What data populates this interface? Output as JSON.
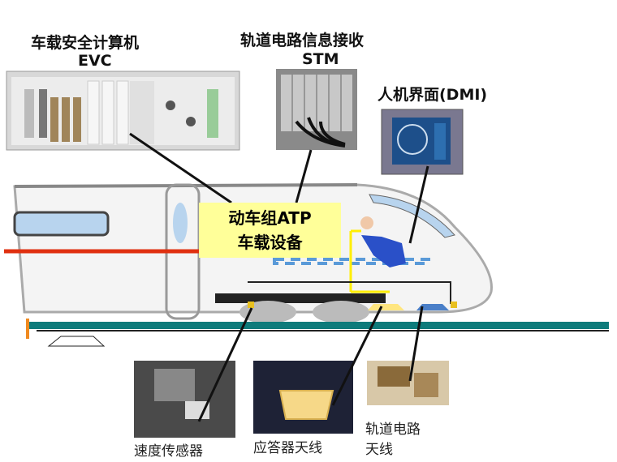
{
  "evc": {
    "title": "车载安全计算机",
    "abbr": "EVC"
  },
  "stm": {
    "title": "轨道电路信息接收",
    "abbr": "STM"
  },
  "dmi": {
    "title": "人机界面(DMI)"
  },
  "atp": {
    "line1": "动车组ATP",
    "line2": "车载设备"
  },
  "components": {
    "speed_sensor": "速度传感器",
    "balise_antenna": "应答器天线",
    "track_circuit_antenna_line1": "轨道电路",
    "track_circuit_antenna_line2": "天线"
  },
  "colors": {
    "track": "#0e7b7b",
    "atp_box": "#ffff99",
    "stripe": "#e03010",
    "window": "#b8d4ee"
  }
}
